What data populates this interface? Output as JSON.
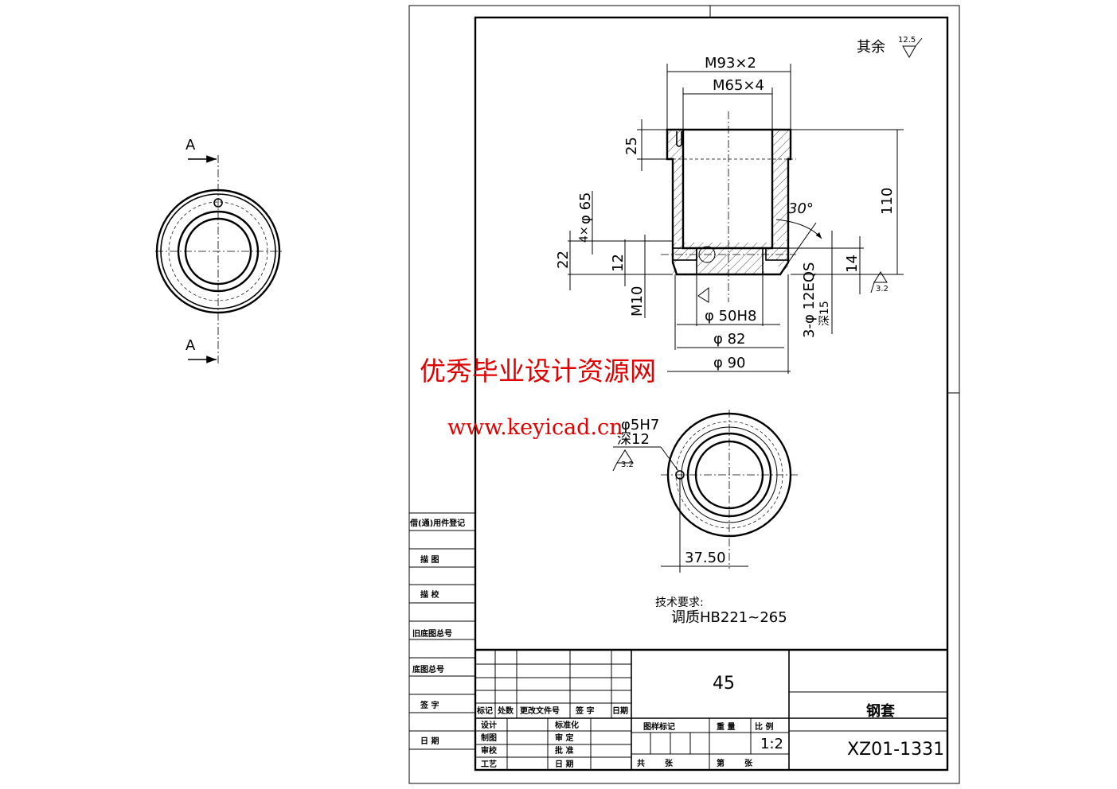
{
  "left_view": {
    "section_label_top": "A",
    "section_label_bottom": "A"
  },
  "roughness": {
    "rest_label": "其余",
    "rest_value": "12.5",
    "value_32": "3.2"
  },
  "dimensions": {
    "m93": "M93×2",
    "m65": "M65×4",
    "d25": "25",
    "d110": "110",
    "phi65": "φ 65",
    "four_x": "4×",
    "d22": "22",
    "d12": "12",
    "m10": "M10",
    "angle30": "30°",
    "d14": "14",
    "phi50": "φ 50H8",
    "phi82": "φ 82",
    "phi90": "φ 90",
    "holes": "3-φ 12EQS",
    "holes_depth": "深15",
    "pin_hole": "φ5H7",
    "pin_depth": "深12",
    "d3750": "37.50"
  },
  "tech_req": {
    "title": "技术要求:",
    "line1": "调质HB221~265"
  },
  "watermark": {
    "line1": "优秀毕业设计资源网",
    "line2": "www.keyicad.cn"
  },
  "left_column": [
    "借(通)用件登记",
    "描 图",
    "描 校",
    "旧底图总号",
    "底图总号",
    "签 字",
    "日 期"
  ],
  "title_block": {
    "material": "45",
    "part_name": "钢套",
    "drawing_no": "XZ01-1331",
    "scale": "1:2",
    "rev_headers": [
      "标记",
      "处数",
      "更改文件号",
      "签 字",
      "日期"
    ],
    "sign_left": [
      "设计",
      "制图",
      "审校",
      "工艺"
    ],
    "sign_right": [
      "标准化",
      "审 定",
      "批 准",
      "日 期"
    ],
    "pattern_mark": "图样标记",
    "weight": "重 量",
    "scale_label": "比 例",
    "total_sheets": "共",
    "sheet_unit1": "张",
    "sheet_no": "第",
    "sheet_unit2": "张"
  }
}
